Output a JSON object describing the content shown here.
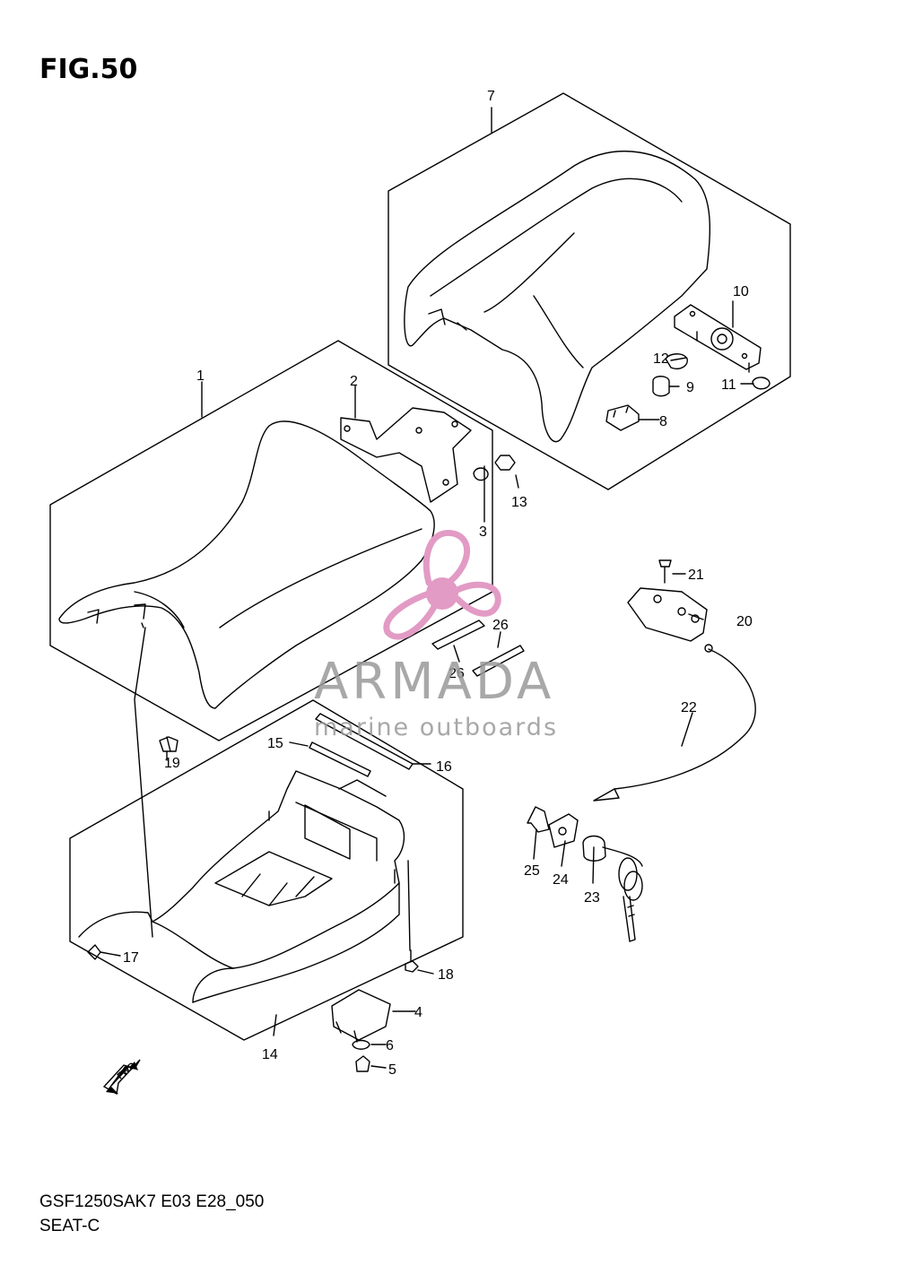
{
  "figure": {
    "title": "FIG.50",
    "model_code": "GSF1250SAK7 E03 E28_050",
    "section_name": "SEAT-C"
  },
  "watermark": {
    "brand": "ARMADA",
    "subtitle": "marine outboards",
    "logo_color": "#e29bc4"
  },
  "fwd_arrow_label": "FWD",
  "callouts": [
    "1",
    "2",
    "3",
    "4",
    "5",
    "6",
    "7",
    "8",
    "9",
    "10",
    "11",
    "12",
    "13",
    "14",
    "15",
    "16",
    "17",
    "18",
    "19",
    "20",
    "21",
    "22",
    "23",
    "24",
    "25",
    "26",
    "26"
  ]
}
